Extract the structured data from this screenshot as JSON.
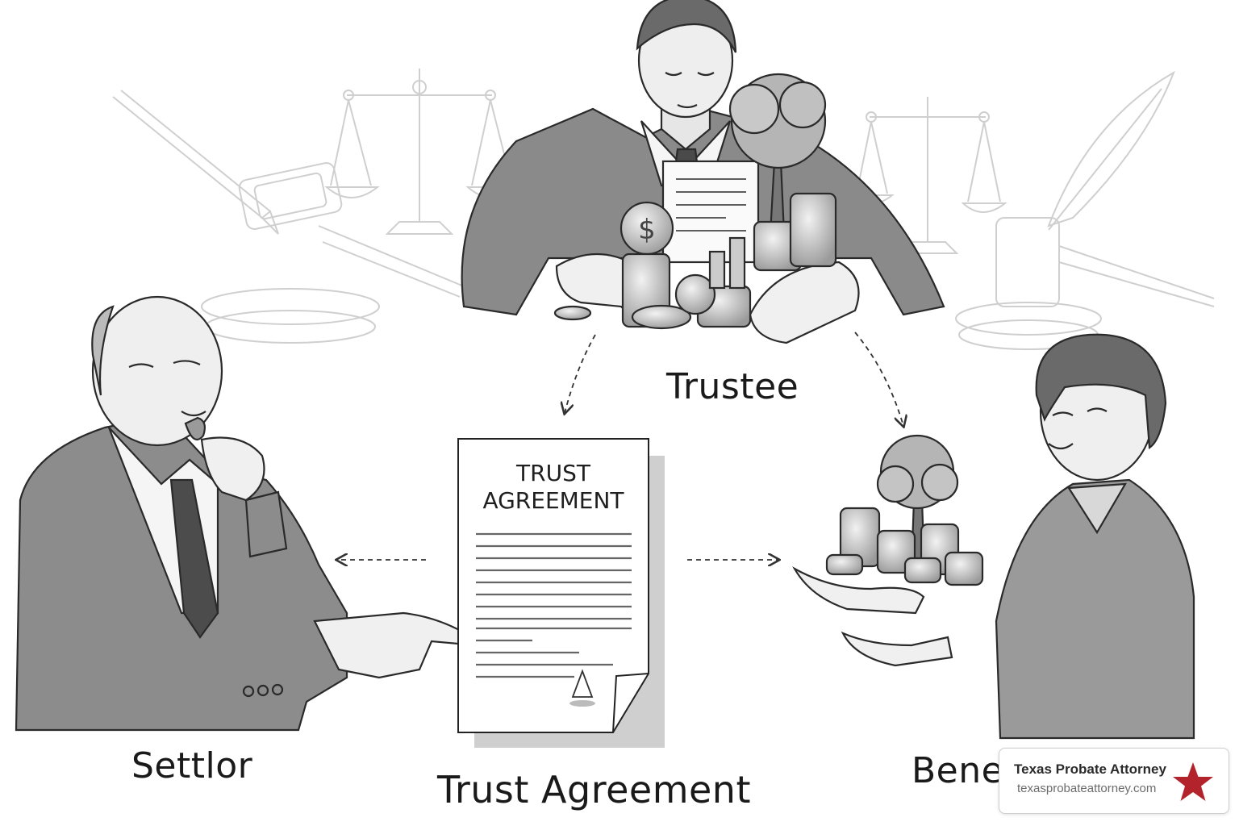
{
  "roles": {
    "trustee": "Trustee",
    "settlor": "Settlor",
    "trust_agreement": "Trust Agreement",
    "beneficiary_visible": "Bene"
  },
  "document": {
    "title_line1": "TRUST",
    "title_line2": "AGREEMENT"
  },
  "badge": {
    "name": "Texas Probate Attorney",
    "url": "texasprobateattorney.com",
    "star_color": "#b3232b"
  },
  "icons": {
    "trustee_figure": "person-holding-assets-icon",
    "settlor_figure": "elderly-man-pointing-icon",
    "beneficiary_figure": "young-person-receiving-icon",
    "document": "document-icon",
    "coins": "coin-stack-icon",
    "tree": "growth-tree-icon",
    "scales": "scales-of-justice-icon",
    "gavel": "gavel-icon",
    "quill": "quill-pen-icon",
    "pen": "fountain-pen-icon"
  }
}
